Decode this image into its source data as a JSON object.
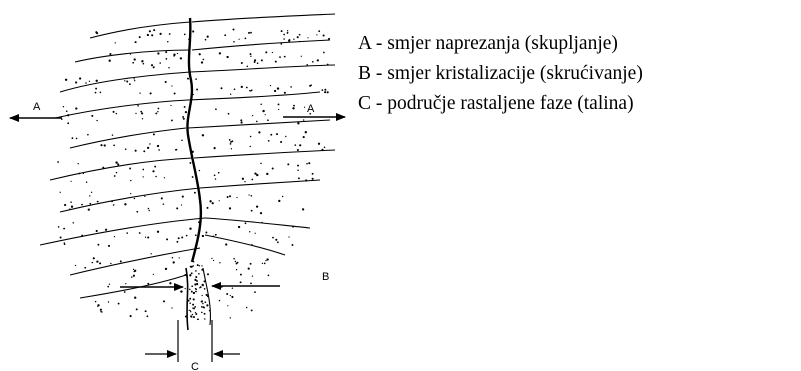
{
  "labels": {
    "a_left": "A",
    "a_right": "A",
    "b": "B",
    "c": "C"
  },
  "legend": [
    "A - smjer naprezanja (skupljanje)",
    "B - smjer kristalizacije (skrućivanje)",
    "C - područje rastaljene faze (talina)"
  ]
}
